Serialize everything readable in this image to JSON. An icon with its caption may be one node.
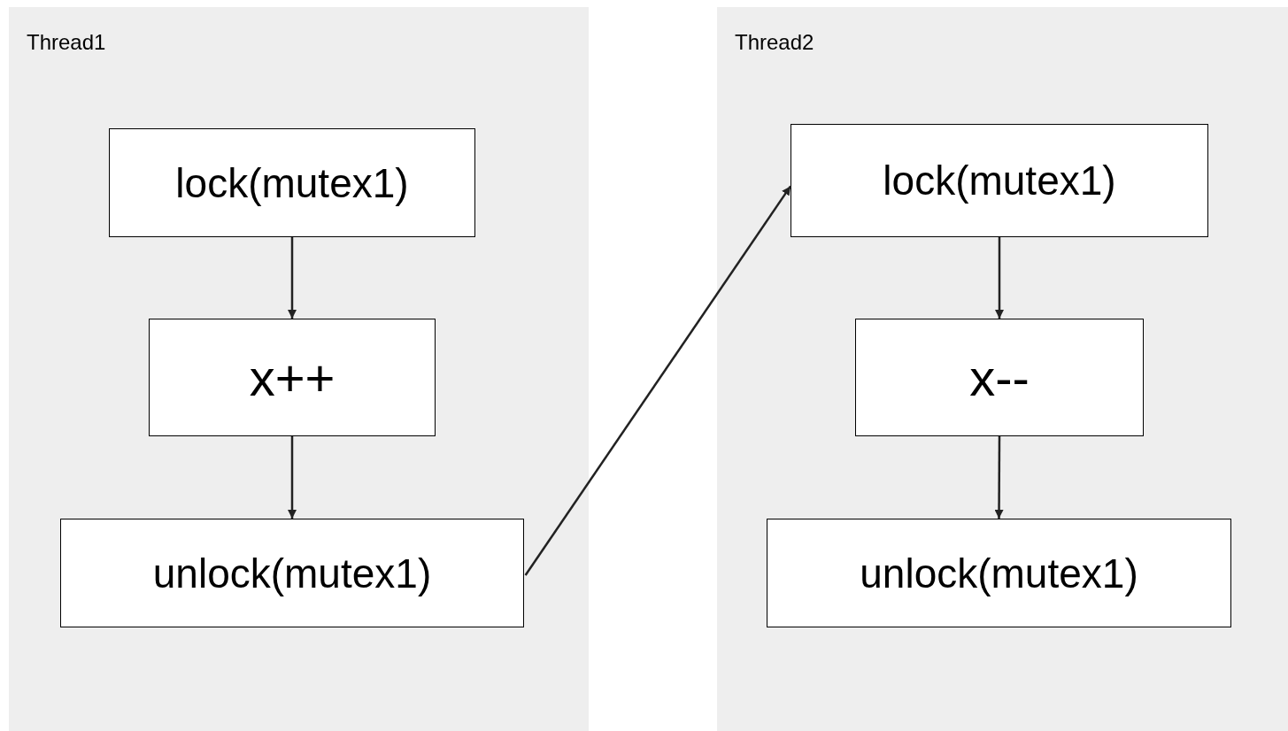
{
  "diagram": {
    "nodes": [
      {
        "text": [
          "Thread1"
        ]
      },
      {
        "text": [
          "lock(mutex1)"
        ],
        "in": 0
      },
      {
        "text": [
          "x++"
        ],
        "in": 0
      },
      {
        "text": [
          "unlock(mutex1)"
        ],
        "in": 0
      },
      {
        "text": [
          "Thread2"
        ]
      },
      {
        "text": [
          "lock(mutex1)"
        ],
        "in": 4
      },
      {
        "text": [
          "x--"
        ],
        "in": 4
      },
      {
        "text": [
          "unlock(mutex1)"
        ],
        "in": 4
      }
    ],
    "edges": [
      {
        "from": 1,
        "to": 2,
        "arrow": "to"
      },
      {
        "from": 2,
        "to": 3,
        "arrow": "to"
      },
      {
        "from": 3,
        "to": 5,
        "arrow": "to"
      },
      {
        "from": 5,
        "to": 6,
        "arrow": "to"
      },
      {
        "from": 6,
        "to": 7,
        "arrow": "to"
      }
    ]
  }
}
